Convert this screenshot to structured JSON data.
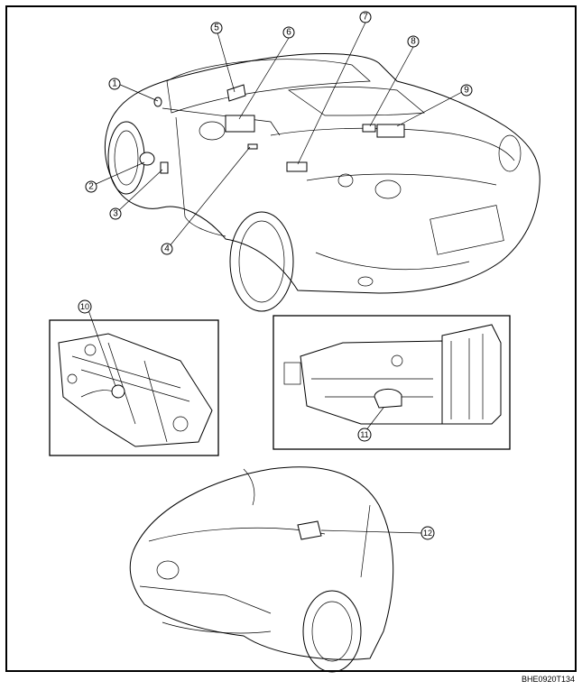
{
  "figure_code": "BHE0920T134",
  "callouts": {
    "c1": "1",
    "c2": "2",
    "c3": "3",
    "c4": "4",
    "c5": "5",
    "c6": "6",
    "c7": "7",
    "c8": "8",
    "c9": "9",
    "c10": "10",
    "c11": "11",
    "c12": "12"
  },
  "colors": {
    "ink": "#000000",
    "paper": "#ffffff"
  }
}
